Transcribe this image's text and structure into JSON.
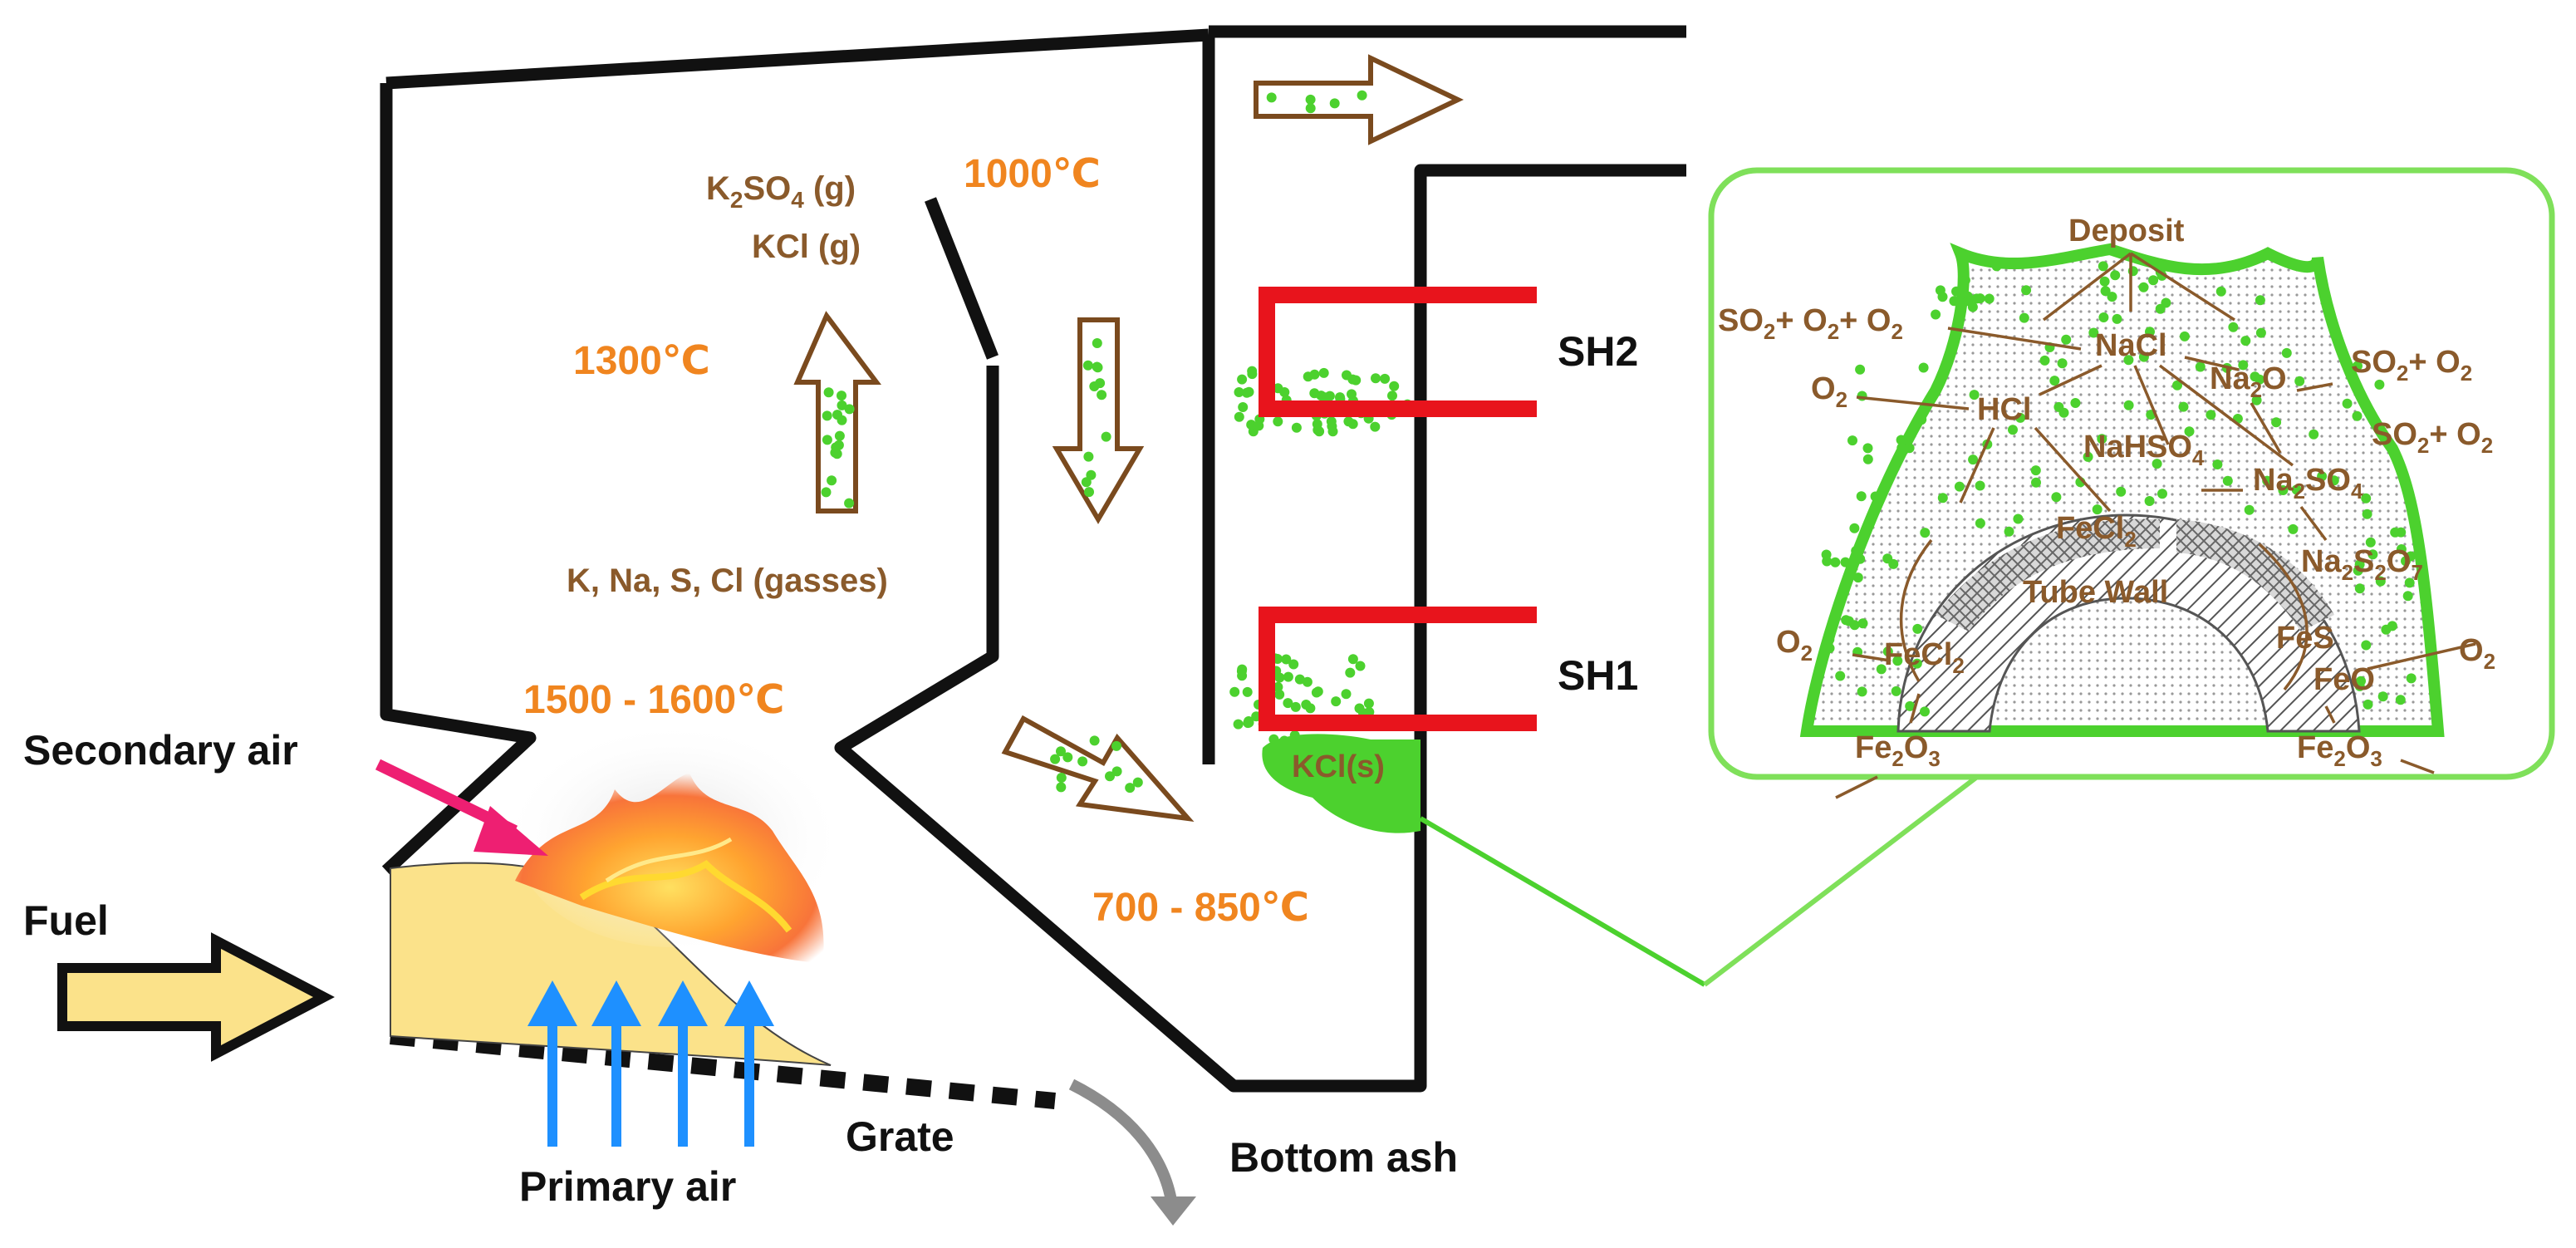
{
  "labels": {
    "k2so4_main": "K",
    "k2so4_sub": "2",
    "k2so4_tail": "SO",
    "k2so4_sub2": "4",
    "k2so4_end": " (g)",
    "kcl_g": "KCl (g)",
    "temp_1000": "1000℃",
    "temp_1300": "1300℃",
    "temp_1500": "1500 - 1600℃",
    "temp_700": "700 - 850℃",
    "gasses": "K, Na, S, Cl (gasses)",
    "secondary_air": "Secondary air",
    "fuel": "Fuel",
    "primary_air": "Primary air",
    "grate": "Grate",
    "bottom_ash": "Bottom ash",
    "sh2": "SH2",
    "sh1": "SH1",
    "kcl_s": "KCl(s)"
  },
  "zoom": {
    "deposit": "Deposit",
    "so2_o2_o2": [
      "SO",
      "2",
      "+ O",
      "2",
      "+ O",
      "2"
    ],
    "nacl": "NaCl",
    "na2o": [
      "Na",
      "2",
      "O"
    ],
    "so2_o2_a": [
      "SO",
      "2",
      "+ O",
      "2"
    ],
    "so2_o2_b": [
      "SO",
      "2",
      "+ O",
      "2"
    ],
    "o2_top": [
      "O",
      "2"
    ],
    "hcl": "HCl",
    "nahso4": [
      "NaHSO",
      "4"
    ],
    "na2so4": [
      "Na",
      "2",
      "SO",
      "4"
    ],
    "fecl2_top": [
      "FeCl",
      "2"
    ],
    "na2s2o7": [
      "Na",
      "2",
      "S",
      "2",
      "O",
      "7"
    ],
    "tube_wall": "Tube Wall",
    "o2_left": [
      "O",
      "2"
    ],
    "fecl2_bottom": [
      "FeCl",
      "2"
    ],
    "fes": "FeS",
    "o2_right": [
      "O",
      "2"
    ],
    "feo": "FeO",
    "fe2o3_left": [
      "Fe",
      "2",
      "O",
      "3"
    ],
    "fe2o3_right": [
      "Fe",
      "2",
      "O",
      "3"
    ]
  },
  "colors": {
    "wall": "#111111",
    "particle": "#4cd12e",
    "arrow_outline": "#7a4a1e",
    "superheater": "#e8141c",
    "orange_text": "#f0851f",
    "brown_text": "#8a5a2b",
    "fuel": "#fbe28a",
    "primary_air": "#1e90ff",
    "secondary_air": "#ee1f72",
    "zoom_border": "#7fe05a",
    "grey_arrow": "#8c8c8c"
  },
  "icons": {
    "flame": "flame-icon",
    "fuel_arrow": "fuel-arrow-icon"
  }
}
